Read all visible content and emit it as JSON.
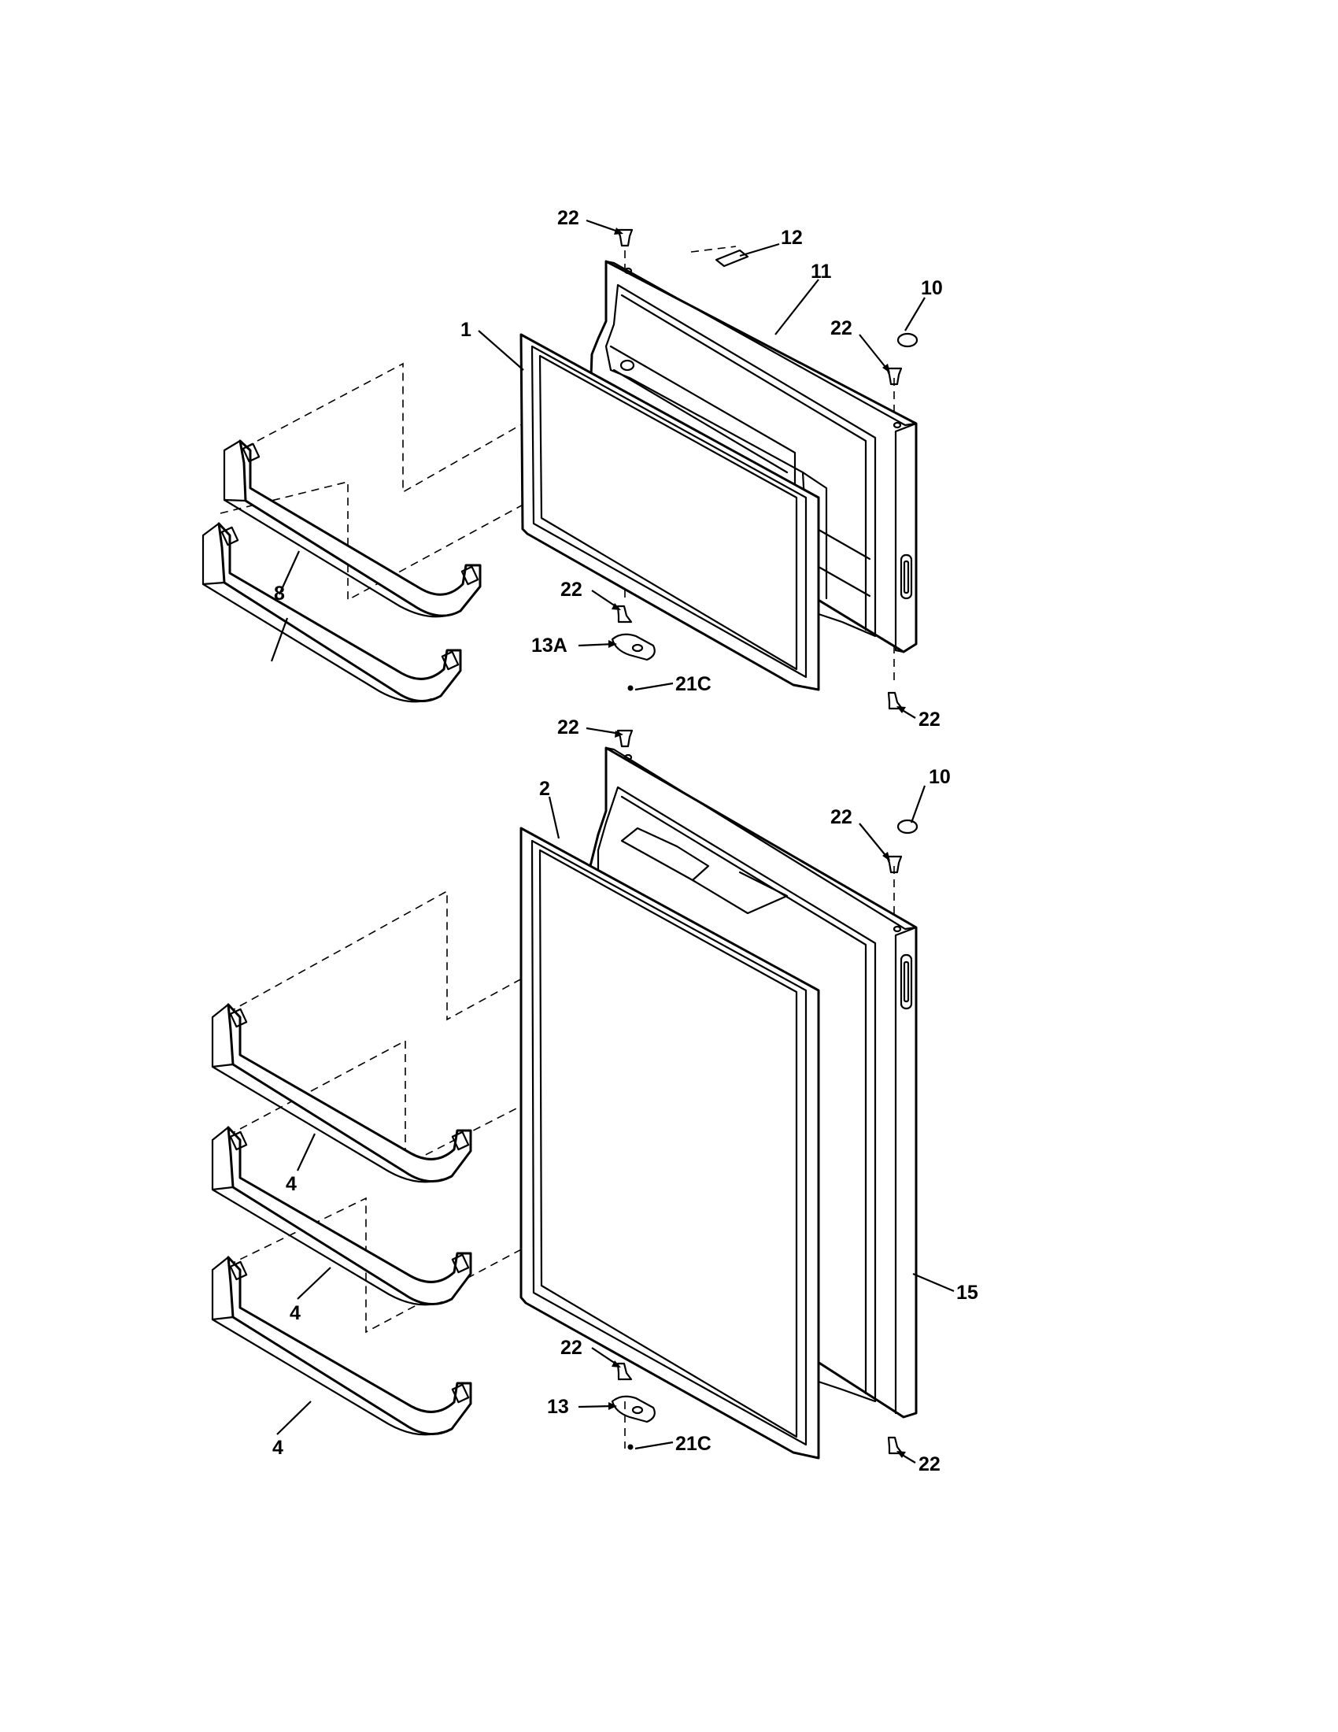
{
  "callouts": [
    {
      "key": "c22_top_upper",
      "label": "22"
    },
    {
      "key": "c12",
      "label": "12"
    },
    {
      "key": "c11",
      "label": "11"
    },
    {
      "key": "c10_upper",
      "label": "10"
    },
    {
      "key": "c22_right_upper",
      "label": "22"
    },
    {
      "key": "c1",
      "label": "1"
    },
    {
      "key": "c22_hinge_upper",
      "label": "22"
    },
    {
      "key": "c8",
      "label": "8"
    },
    {
      "key": "c13A",
      "label": "13A"
    },
    {
      "key": "c21C_upper",
      "label": "21C"
    },
    {
      "key": "c22_bottom_upper",
      "label": "22"
    },
    {
      "key": "c22_top_lower",
      "label": "22"
    },
    {
      "key": "c2",
      "label": "2"
    },
    {
      "key": "c10_lower",
      "label": "10"
    },
    {
      "key": "c22_right_lower",
      "label": "22"
    },
    {
      "key": "c4_a",
      "label": "4"
    },
    {
      "key": "c4_b",
      "label": "4"
    },
    {
      "key": "c4_c",
      "label": "4"
    },
    {
      "key": "c15",
      "label": "15"
    },
    {
      "key": "c22_hinge_lower",
      "label": "22"
    },
    {
      "key": "c13",
      "label": "13"
    },
    {
      "key": "c21C_lower",
      "label": "21C"
    },
    {
      "key": "c22_bottom_lower",
      "label": "22"
    }
  ]
}
